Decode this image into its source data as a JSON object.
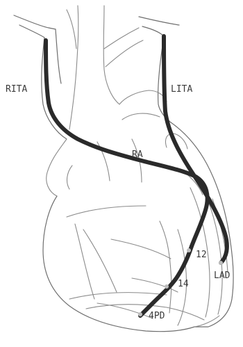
{
  "labels": {
    "rita": "RITA",
    "lita": "LITA",
    "ra": "RA",
    "ladt": "12",
    "lad": "LAD",
    "m14": "14",
    "pd": "4PD"
  }
}
